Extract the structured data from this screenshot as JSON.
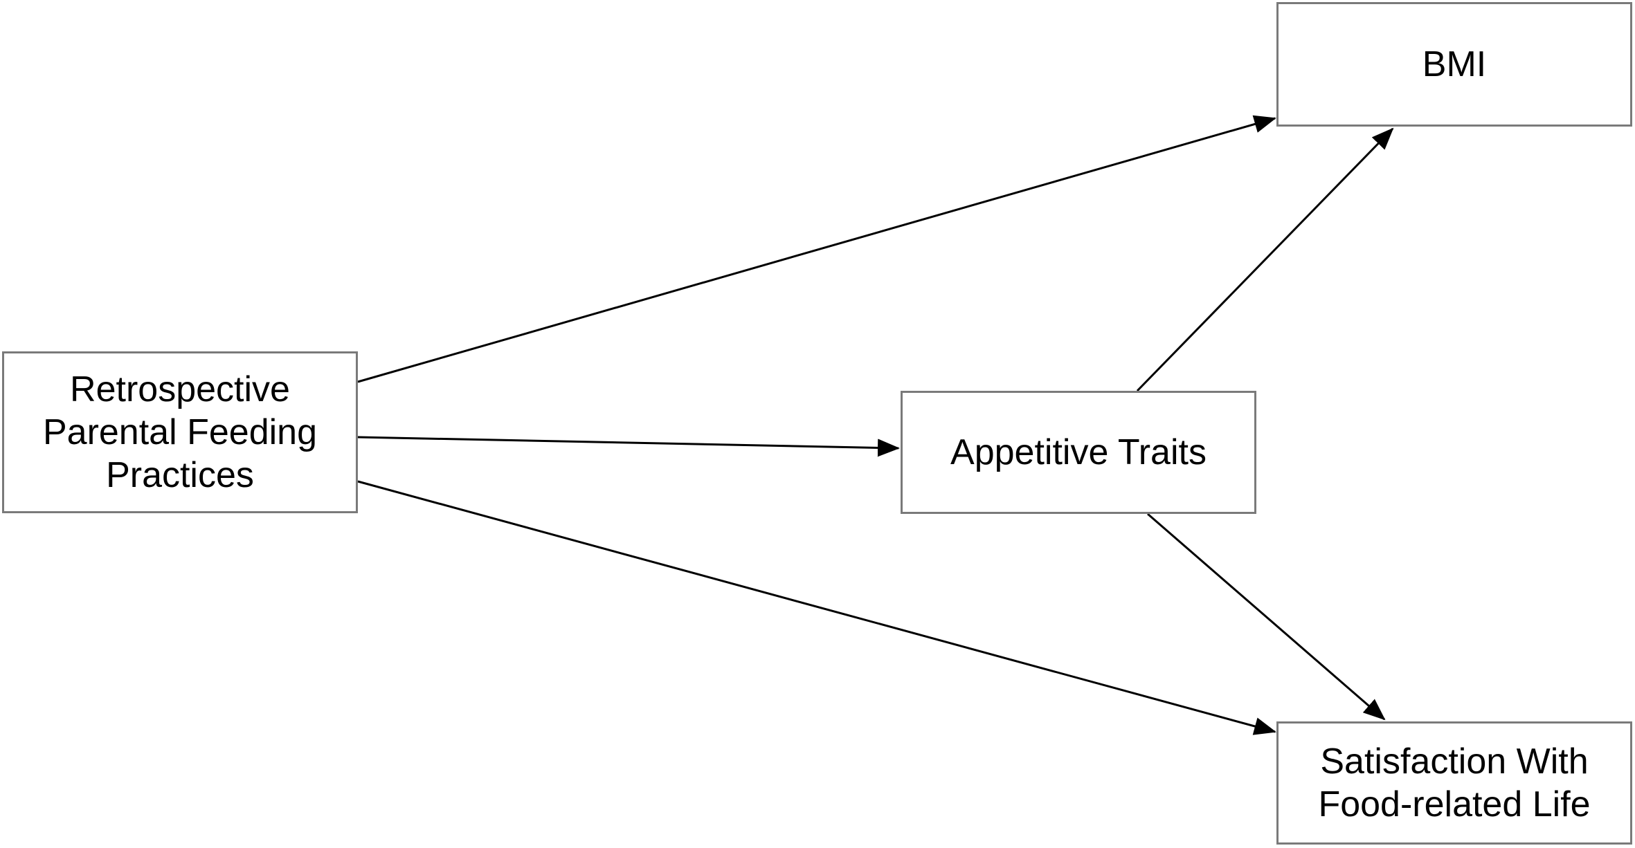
{
  "diagram": {
    "nodes": {
      "predictor": "Retrospective\nParental Feeding\nPractices",
      "mediator": "Appetitive Traits",
      "bmi": "BMI",
      "sfl": "Satisfaction With\nFood-related Life"
    },
    "edges": [
      {
        "from": "predictor",
        "to": "bmi"
      },
      {
        "from": "predictor",
        "to": "mediator"
      },
      {
        "from": "predictor",
        "to": "sfl"
      },
      {
        "from": "mediator",
        "to": "bmi"
      },
      {
        "from": "mediator",
        "to": "sfl"
      }
    ],
    "colors": {
      "line": "#000000",
      "border": "#7a7a7a",
      "background": "#ffffff"
    }
  }
}
